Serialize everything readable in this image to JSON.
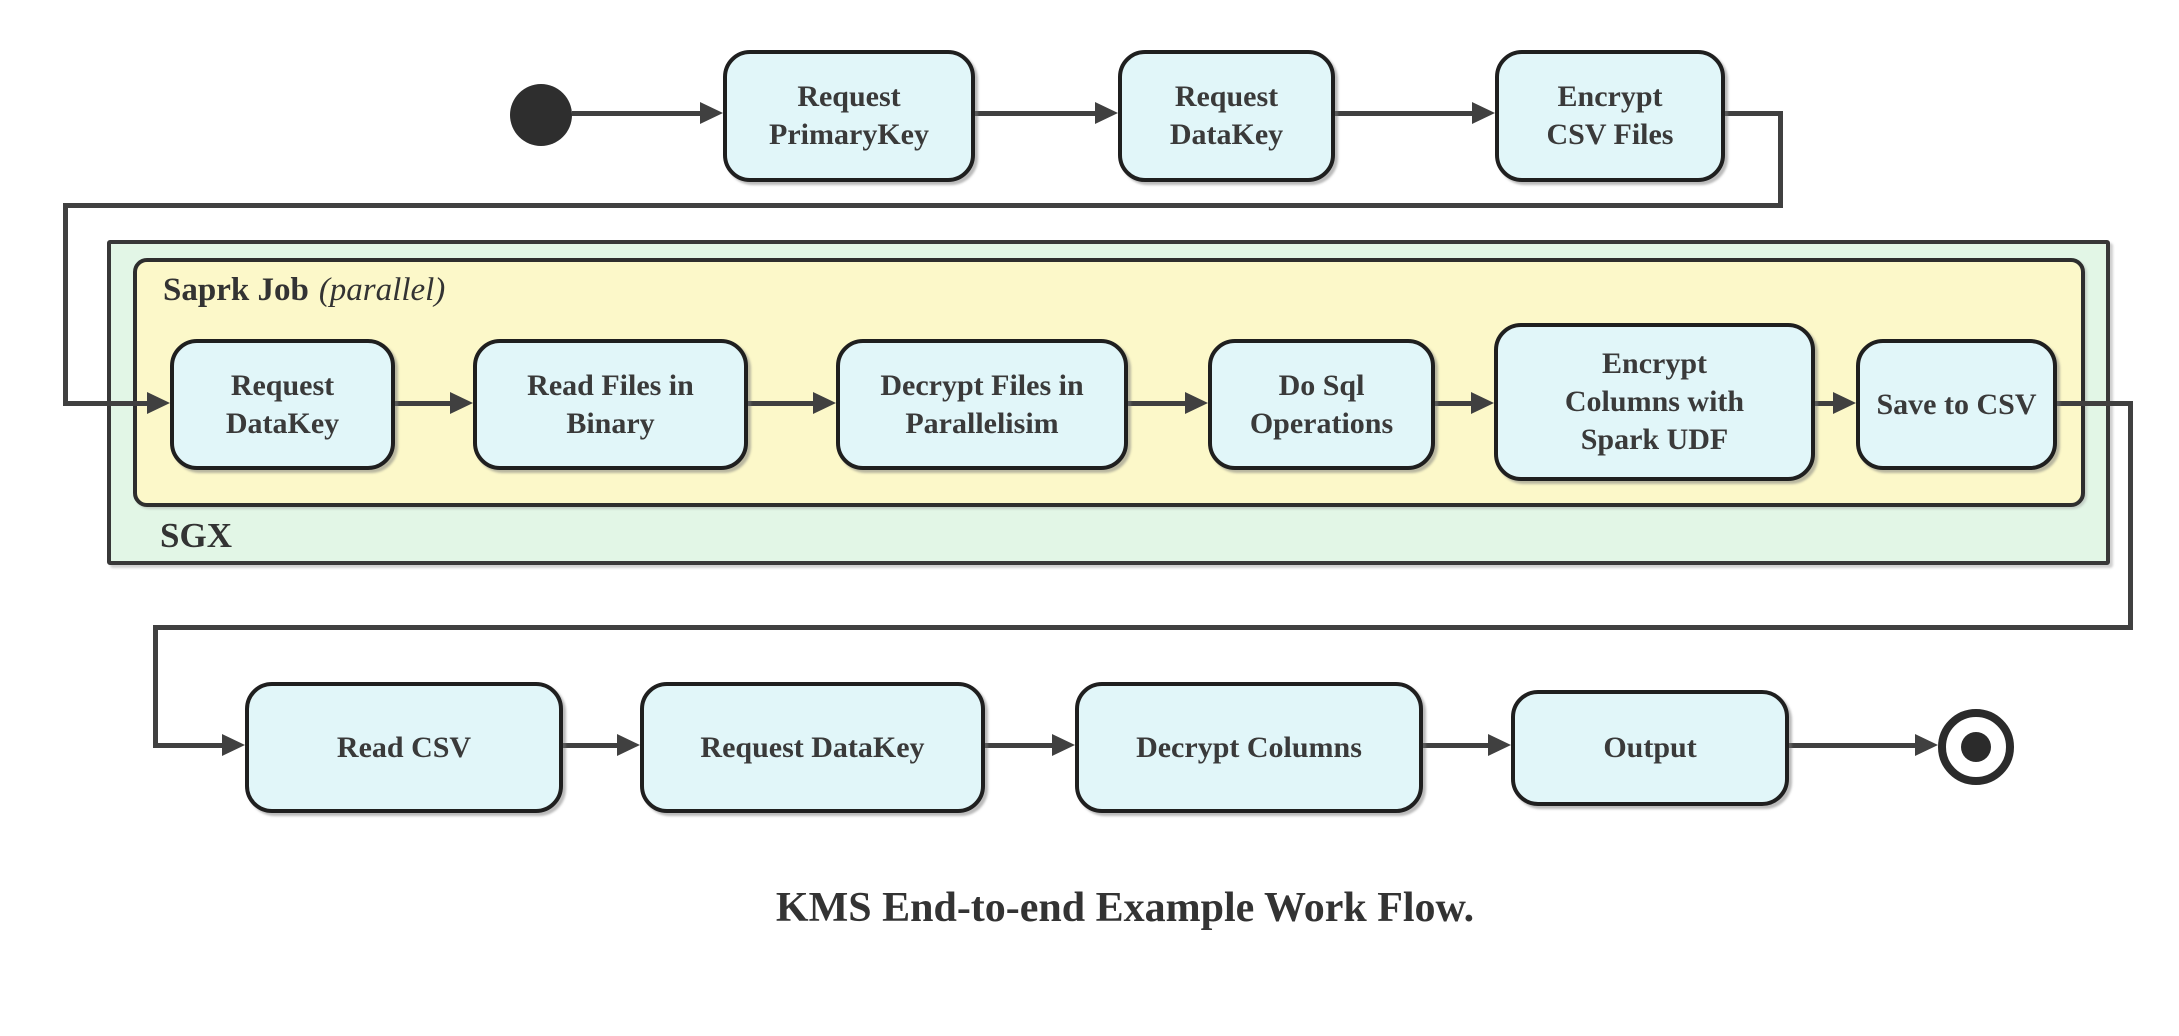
{
  "diagram": {
    "caption": "KMS End-to-end Example Work Flow.",
    "colors": {
      "node_fill": "#e1f6f9",
      "node_border": "#1f1f1f",
      "spark_container_fill": "#fcf8c9",
      "sgx_container_fill": "#e2f6e6",
      "container_border": "#333333",
      "connector": "#404040",
      "text": "#333333"
    },
    "containers": {
      "sgx": {
        "label": "SGX"
      },
      "spark_job": {
        "label": "Saprk Job",
        "qualifier": "(parallel)"
      }
    },
    "nodes": {
      "top_request_primarykey": {
        "label": "Request\nPrimaryKey"
      },
      "top_request_datakey": {
        "label": "Request\nDataKey"
      },
      "top_encrypt_csv_files": {
        "label": "Encrypt\nCSV Files"
      },
      "mid_request_datakey": {
        "label": "Request\nDataKey"
      },
      "mid_read_files_in_binary": {
        "label": "Read Files in\nBinary"
      },
      "mid_decrypt_files_in_parallelisim": {
        "label": "Decrypt Files in\nParallelisim"
      },
      "mid_do_sql_operations": {
        "label": "Do Sql\nOperations"
      },
      "mid_encrypt_columns_with_spark_udf": {
        "label": "Encrypt\nColumns with\nSpark UDF"
      },
      "mid_save_to_csv": {
        "label": "Save to CSV"
      },
      "bot_read_csv": {
        "label": "Read CSV"
      },
      "bot_request_datakey": {
        "label": "Request DataKey"
      },
      "bot_decrypt_columns": {
        "label": "Decrypt Columns"
      },
      "bot_output": {
        "label": "Output"
      }
    }
  }
}
